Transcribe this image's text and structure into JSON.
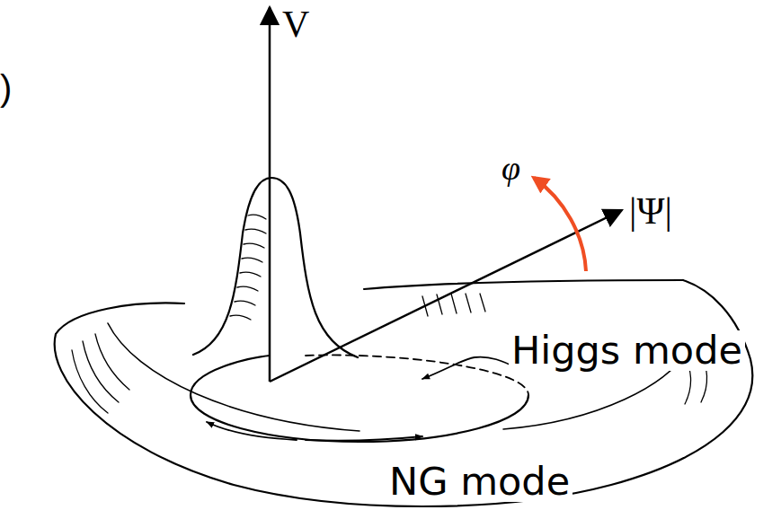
{
  "diagram": {
    "labels": [
      ")",
      "V",
      "|Ψ|",
      "φ",
      "Higgs mode",
      "NG mode"
    ]
  }
}
